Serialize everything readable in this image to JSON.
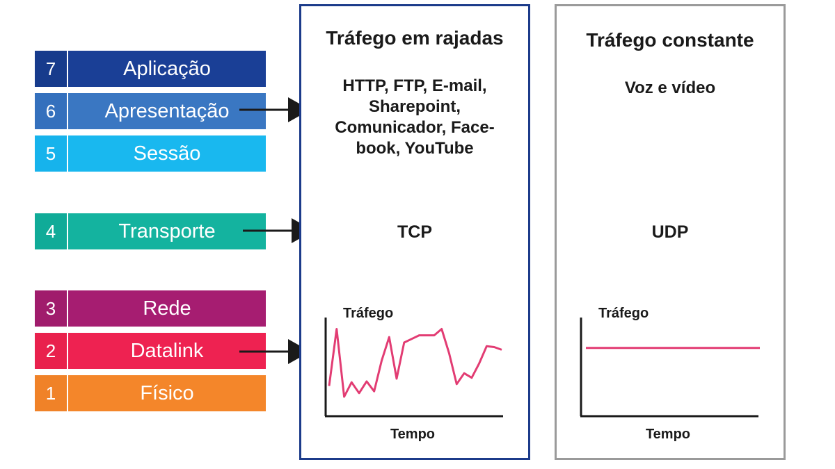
{
  "layers": [
    {
      "number": "7",
      "name": "Aplicação",
      "num_color": "#173b8c",
      "name_color": "#1a3f96"
    },
    {
      "number": "6",
      "name": "Apresentação",
      "num_color": "#3470bd",
      "name_color": "#3a77c2"
    },
    {
      "number": "5",
      "name": "Sessão",
      "num_color": "#16b3ec",
      "name_color": "#19b8ef"
    },
    {
      "number": "4",
      "name": "Transporte",
      "num_color": "#10ab98",
      "name_color": "#14b39f"
    },
    {
      "number": "3",
      "name": "Rede",
      "num_color": "#a01c6c",
      "name_color": "#a61d71"
    },
    {
      "number": "2",
      "name": "Datalink",
      "num_color": "#e9214d",
      "name_color": "#ee2251"
    },
    {
      "number": "1",
      "name": "Físico",
      "num_color": "#f08228",
      "name_color": "#f4862a"
    }
  ],
  "panels": {
    "burst": {
      "title": "Tráfego em rajadas",
      "apps": [
        "HTTP, FTP, E-mail,",
        "Sharepoint,",
        "Comunicador, Face-",
        "book, YouTube"
      ],
      "protocol": "TCP",
      "ylabel": "Tráfego",
      "xlabel": "Tempo",
      "border_color": "#1c3b8a"
    },
    "constant": {
      "title": "Tráfego constante",
      "apps": [
        "Voz e vídeo"
      ],
      "protocol": "UDP",
      "ylabel": "Tráfego",
      "xlabel": "Tempo",
      "border_color": "#9a9a9a"
    }
  },
  "traffic_color": "#e23c73",
  "burst_series": [
    0.32,
    0.95,
    0.2,
    0.36,
    0.24,
    0.37,
    0.26,
    0.6,
    0.86,
    0.4,
    0.8,
    0.84,
    0.88,
    0.88,
    0.88,
    0.95,
    0.68,
    0.34,
    0.46,
    0.41,
    0.57,
    0.76,
    0.75,
    0.72
  ],
  "constant_level": 0.74
}
